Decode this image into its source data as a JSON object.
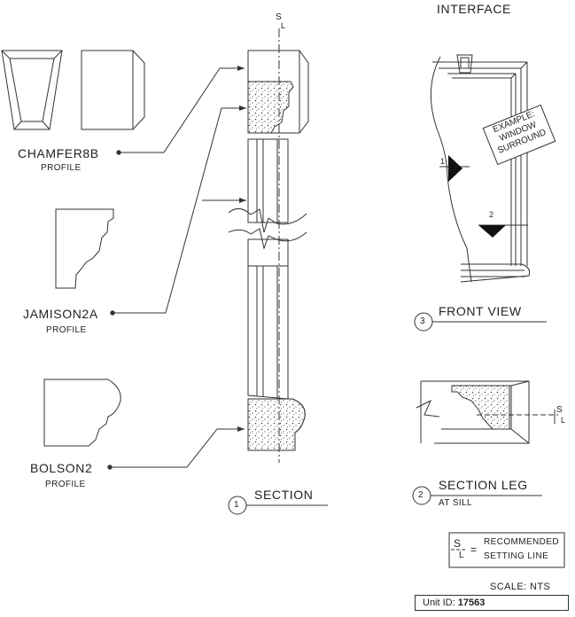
{
  "labels": {
    "interface": "INTERFACE",
    "sl_top": "S",
    "sl_sub": "L",
    "chamfer": "CHAMFER8B",
    "jamison": "JAMISON2A",
    "bolson": "BOLSON2",
    "profile": "PROFILE",
    "example_1": "EXAMPLE:",
    "example_2": "WINDOW",
    "example_3": "SURROUND",
    "marker_1": "1",
    "marker_2": "2",
    "marker_3": "3",
    "front_view": "FRONT VIEW",
    "section": "SECTION",
    "section_leg": "SECTION LEG",
    "at_sill": "AT SILL",
    "legend_s": "S",
    "legend_l": "L",
    "legend_eq": "=",
    "legend_1": "RECOMMENDED",
    "legend_2": "SETTING LINE",
    "scale": "SCALE: NTS",
    "unit_label": "Unit ID:",
    "unit_id": "17563"
  }
}
